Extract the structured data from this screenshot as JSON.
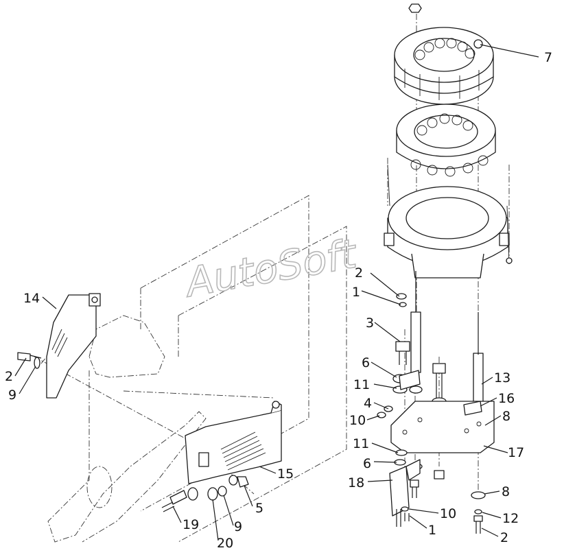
{
  "watermark": "AutoSoft",
  "callouts": [
    {
      "id": "c7",
      "text": "7"
    },
    {
      "id": "c2a",
      "text": "2"
    },
    {
      "id": "c1a",
      "text": "1"
    },
    {
      "id": "c3",
      "text": "3"
    },
    {
      "id": "c6a",
      "text": "6"
    },
    {
      "id": "c11a",
      "text": "11"
    },
    {
      "id": "c4",
      "text": "4"
    },
    {
      "id": "c10a",
      "text": "10"
    },
    {
      "id": "c11b",
      "text": "11"
    },
    {
      "id": "c6b",
      "text": "6"
    },
    {
      "id": "c18",
      "text": "18"
    },
    {
      "id": "c13",
      "text": "13"
    },
    {
      "id": "c16",
      "text": "16"
    },
    {
      "id": "c8a",
      "text": "8"
    },
    {
      "id": "c17",
      "text": "17"
    },
    {
      "id": "c8b",
      "text": "8"
    },
    {
      "id": "c10b",
      "text": "10"
    },
    {
      "id": "c12",
      "text": "12"
    },
    {
      "id": "c2b",
      "text": "2"
    },
    {
      "id": "c1b",
      "text": "1"
    },
    {
      "id": "c14",
      "text": "14"
    },
    {
      "id": "c2c",
      "text": "2"
    },
    {
      "id": "c9a",
      "text": "9"
    },
    {
      "id": "c15",
      "text": "15"
    },
    {
      "id": "c5",
      "text": "5"
    },
    {
      "id": "c19",
      "text": "19"
    },
    {
      "id": "c9b",
      "text": "9"
    },
    {
      "id": "c20",
      "text": "20"
    }
  ]
}
